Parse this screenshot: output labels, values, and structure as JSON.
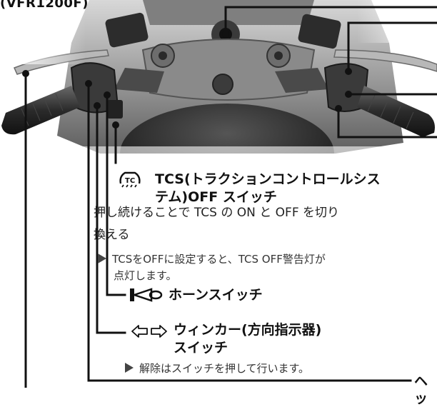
{
  "model_tag": "(VFR1200F)",
  "tcs": {
    "icon": "tcs-icon",
    "title_line1": "TCS(トラクションコントロールシス",
    "title_line2": "テム)OFF スイッチ",
    "desc_line1": "押し続けることで TCS の ON と OFF を切り",
    "desc_line2": "換える",
    "note_line1": "TCSをOFFに設定すると、TCS OFF警告灯が",
    "note_line2": "点灯します。"
  },
  "horn": {
    "icon": "horn-icon",
    "title": "ホーンスイッチ"
  },
  "winker": {
    "icon": "winker-arrows-icon",
    "title_line1": "ウィンカー(方向指示器)",
    "title_line2": "スイッチ",
    "note": "解除はスイッチを押して行います。"
  },
  "cutoff_label": "ヘッ",
  "colors": {
    "leader": "#111111",
    "photo_bg": "#c9c9c9"
  }
}
